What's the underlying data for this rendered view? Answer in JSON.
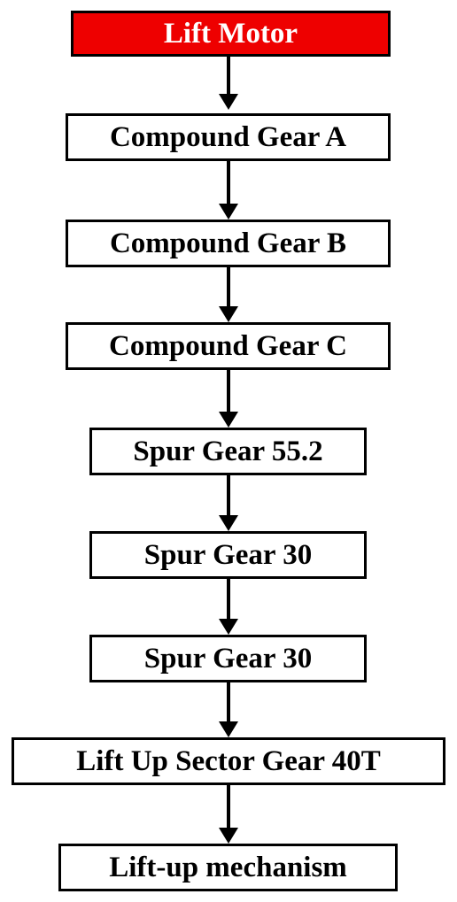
{
  "colors": {
    "motor_fill": "#ee0000",
    "motor_text": "#ffffff",
    "box_fill": "#ffffff",
    "border": "#000000",
    "arrow": "#000000"
  },
  "flow": {
    "steps": [
      "Lift Motor",
      "Compound Gear A",
      "Compound Gear B",
      "Compound Gear C",
      "Spur Gear 55.2",
      "Spur Gear 30",
      "Spur Gear 30",
      "Lift Up Sector Gear 40T",
      "Lift-up mechanism"
    ]
  }
}
